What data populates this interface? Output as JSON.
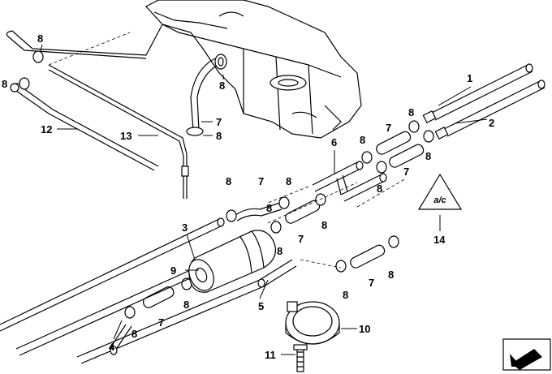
{
  "callouts": {
    "c1": "1",
    "c2": "2",
    "c3": "3",
    "c4": "4",
    "c5": "5",
    "c6": "6",
    "c9": "9",
    "c10": "10",
    "c11": "11",
    "c12": "12",
    "c13": "13",
    "c14": "14",
    "eight": "8",
    "seven": "7"
  },
  "warning_symbol_label": "a/c",
  "colors": {
    "line": "#000000",
    "background": "#ffffff",
    "tank_shade": "#e6e6e6"
  }
}
